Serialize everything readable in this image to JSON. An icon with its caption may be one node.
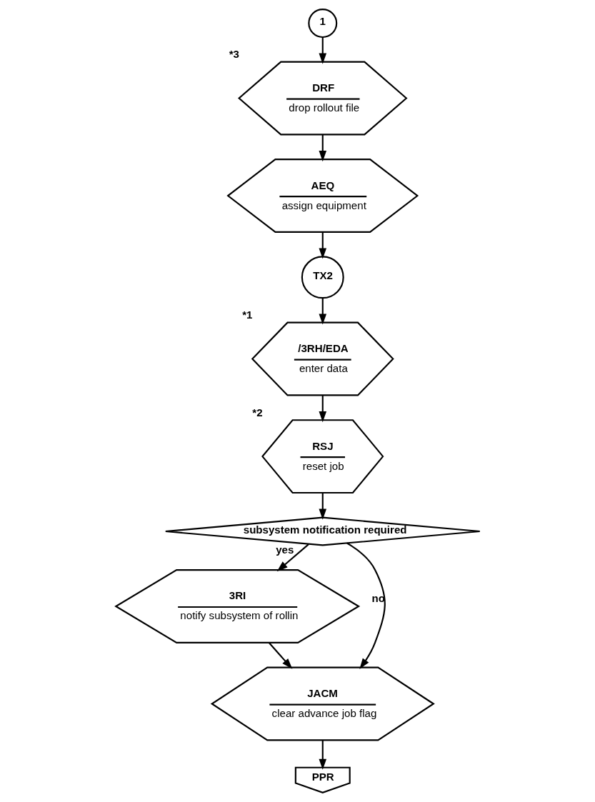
{
  "diagram": {
    "nodes": [
      {
        "text": [
          "1"
        ]
      },
      {
        "text": [
          "DRF",
          "drop rollout file"
        ],
        "beside": [
          "*3"
        ]
      },
      {
        "text": [
          "AEQ",
          "assign equipment"
        ]
      },
      {
        "text": [
          "TX2"
        ]
      },
      {
        "text": [
          "/3RH/EDA",
          "enter data"
        ],
        "beside": [
          "*1"
        ]
      },
      {
        "text": [
          "RSJ",
          "reset job"
        ],
        "beside": [
          "*2"
        ]
      },
      {
        "text": [
          "subsystem notification required"
        ]
      },
      {
        "text": [
          "3RI",
          "notify subsystem of rollin"
        ]
      },
      {
        "text": [
          "JACM",
          "clear advance job flag"
        ]
      },
      {
        "text": [
          "PPR"
        ]
      }
    ],
    "edges": [
      {
        "from": 0,
        "to": 1,
        "arrow": "to"
      },
      {
        "from": 1,
        "to": 2,
        "arrow": "to"
      },
      {
        "from": 2,
        "to": 3,
        "arrow": "to"
      },
      {
        "from": 3,
        "to": 4,
        "arrow": "to"
      },
      {
        "from": 4,
        "to": 5,
        "arrow": "to"
      },
      {
        "from": 5,
        "to": 6,
        "arrow": "to"
      },
      {
        "from": 6,
        "to": 7,
        "arrow": "to",
        "label": "yes"
      },
      {
        "from": 6,
        "to": 8,
        "arrow": "to",
        "label": "no"
      },
      {
        "from": 7,
        "to": 8,
        "arrow": "to"
      },
      {
        "from": 8,
        "to": 9,
        "arrow": "to"
      }
    ]
  }
}
